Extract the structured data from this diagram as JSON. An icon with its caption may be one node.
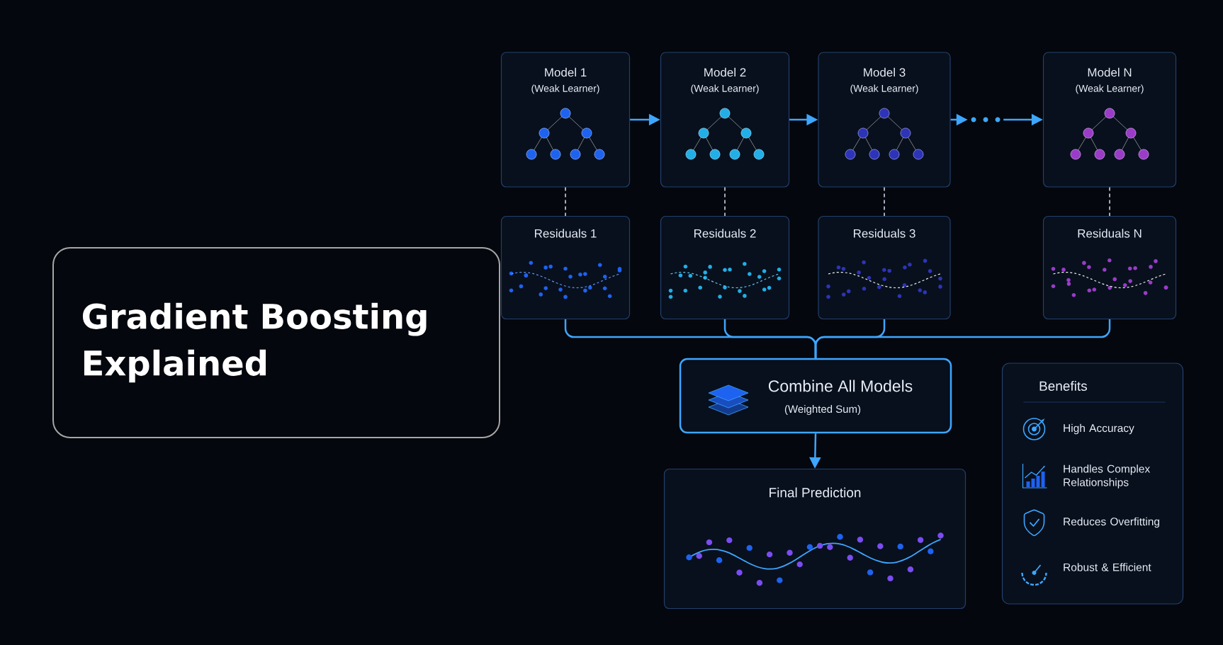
{
  "diagram": {
    "nodes": [
      {
        "text": [
          "Gradient Boosting Explained"
        ]
      },
      {
        "text": [
          "Model 1",
          "(Weak Learner)"
        ]
      },
      {
        "text": [
          "Model 2",
          "(Weak Learner)"
        ]
      },
      {
        "text": [
          "Model 3",
          "(Weak Learner)"
        ]
      },
      {
        "text": [],
        "shape": "dots"
      },
      {
        "text": [
          "Model N",
          "(Weak Learner)"
        ]
      },
      {
        "text": [
          "Residuals 1"
        ]
      },
      {
        "text": [
          "Residuals 2"
        ]
      },
      {
        "text": [
          "Residuals 3"
        ]
      },
      {
        "text": [
          "Residuals N"
        ]
      },
      {
        "text": [
          "Combine All Models",
          "(Weighted Sum)"
        ]
      },
      {
        "text": [
          "Final Prediction"
        ]
      },
      {
        "text": [
          "Benefits",
          "High Accuracy",
          "Handles Complex Relationships",
          "Reduces Overfitting",
          "Robust & Efficient"
        ]
      }
    ],
    "edges": [
      {
        "from": 1,
        "to": 2,
        "arrow": "to"
      },
      {
        "from": 2,
        "to": 3,
        "arrow": "to"
      },
      {
        "from": 3,
        "to": 4,
        "arrow": "to"
      },
      {
        "from": 4,
        "to": 5,
        "arrow": "to"
      },
      {
        "from": 1,
        "to": 6,
        "arrow": "none",
        "style": "dashed",
        "color": "#c8d4e8"
      },
      {
        "from": 2,
        "to": 7,
        "arrow": "none",
        "style": "dashed",
        "color": "#c8d4e8"
      },
      {
        "from": 3,
        "to": 8,
        "arrow": "none",
        "style": "dashed",
        "color": "#c8d4e8"
      },
      {
        "from": 5,
        "to": 9,
        "arrow": "none",
        "style": "dashed",
        "color": "#c8d4e8"
      },
      {
        "from": 6,
        "to": 10,
        "arrow": "none"
      },
      {
        "from": 7,
        "to": 10,
        "arrow": "none"
      },
      {
        "from": 8,
        "to": 10,
        "arrow": "none"
      },
      {
        "from": 9,
        "to": 10,
        "arrow": "none"
      },
      {
        "from": 10,
        "to": 11,
        "arrow": "to"
      }
    ]
  }
}
